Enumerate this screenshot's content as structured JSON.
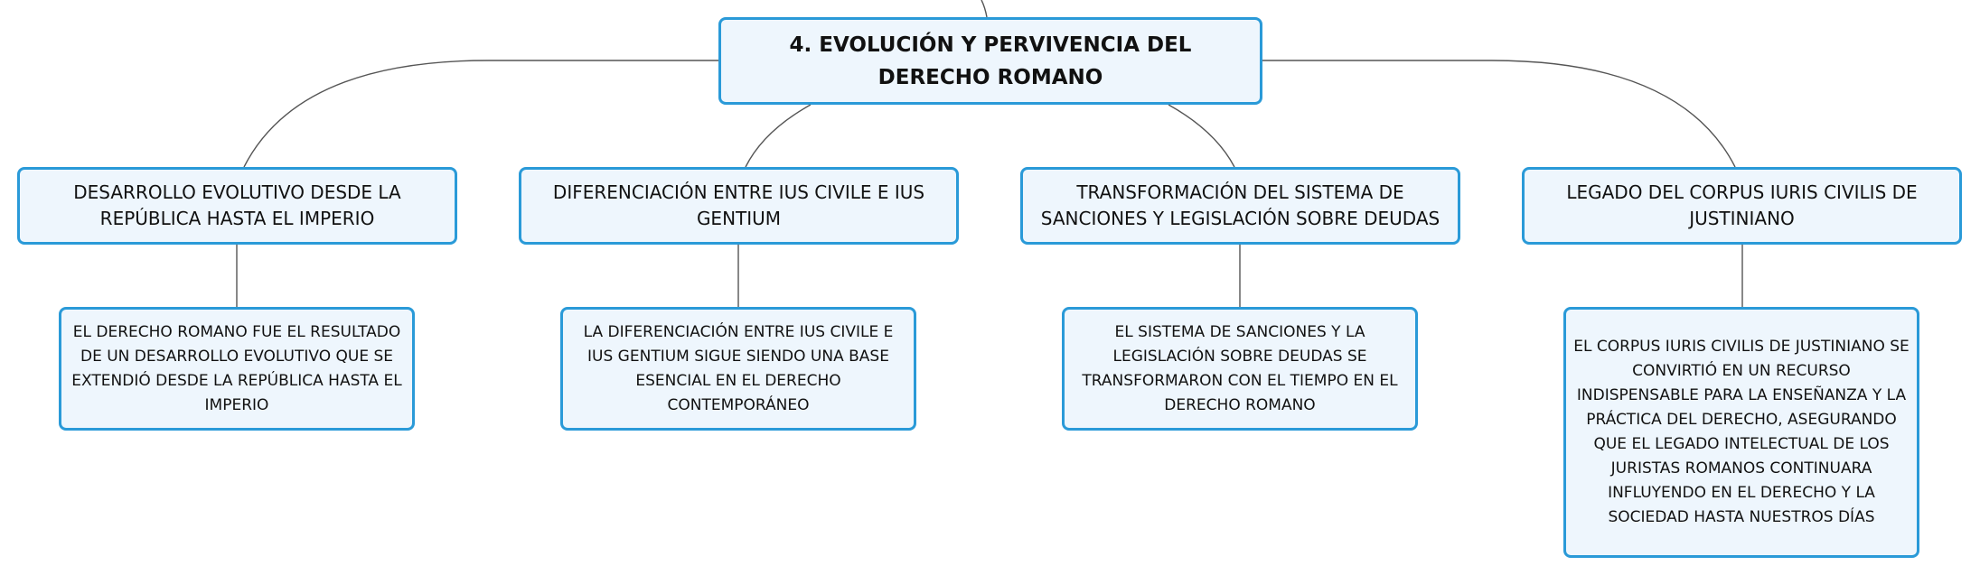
{
  "root": {
    "title": "4. EVOLUCIÓN Y PERVIVENCIA DEL DERECHO ROMANO"
  },
  "branches": [
    {
      "label": "DESARROLLO EVOLUTIVO DESDE LA REPÚBLICA HASTA EL IMPERIO",
      "detail": "EL DERECHO ROMANO FUE EL RESULTADO DE UN DESARROLLO EVOLUTIVO QUE SE EXTENDIÓ DESDE LA REPÚBLICA HASTA EL IMPERIO"
    },
    {
      "label": "DIFERENCIACIÓN ENTRE IUS CIVILE E IUS GENTIUM",
      "detail": "LA DIFERENCIACIÓN ENTRE IUS CIVILE E IUS GENTIUM SIGUE SIENDO UNA BASE ESENCIAL EN EL DERECHO CONTEMPORÁNEO"
    },
    {
      "label": "TRANSFORMACIÓN DEL SISTEMA DE SANCIONES Y LEGISLACIÓN SOBRE DEUDAS",
      "detail": "EL SISTEMA DE SANCIONES Y LA LEGISLACIÓN SOBRE DEUDAS SE TRANSFORMARON CON EL TIEMPO EN EL DERECHO ROMANO"
    },
    {
      "label": "LEGADO DEL CORPUS IURIS CIVILIS DE JUSTINIANO",
      "detail": "EL CORPUS IURIS CIVILIS DE JUSTINIANO SE CONVIRTIÓ EN UN RECURSO INDISPENSABLE PARA LA ENSEÑANZA Y LA PRÁCTICA DEL DERECHO, ASEGURANDO QUE EL LEGADO INTELECTUAL DE LOS JURISTAS ROMANOS CONTINUARA INFLUYENDO EN EL DERECHO Y LA SOCIEDAD HASTA NUESTROS DÍAS"
    }
  ],
  "colors": {
    "node_border": "#2a9ad8",
    "node_fill": "#eef6fd",
    "connector": "#555555",
    "text": "#111111"
  }
}
